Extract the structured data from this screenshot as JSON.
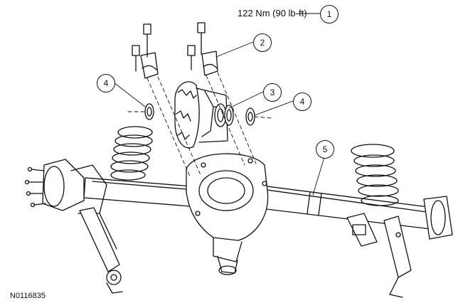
{
  "diagram": {
    "torque_spec": "122 Nm (90 lb-ft)",
    "figure_id": "N0116835",
    "callouts": {
      "c1": "1",
      "c2": "2",
      "c3": "3",
      "c4a": "4",
      "c4b": "4",
      "c5": "5"
    },
    "line_color": "#111111",
    "background": "#ffffff"
  }
}
